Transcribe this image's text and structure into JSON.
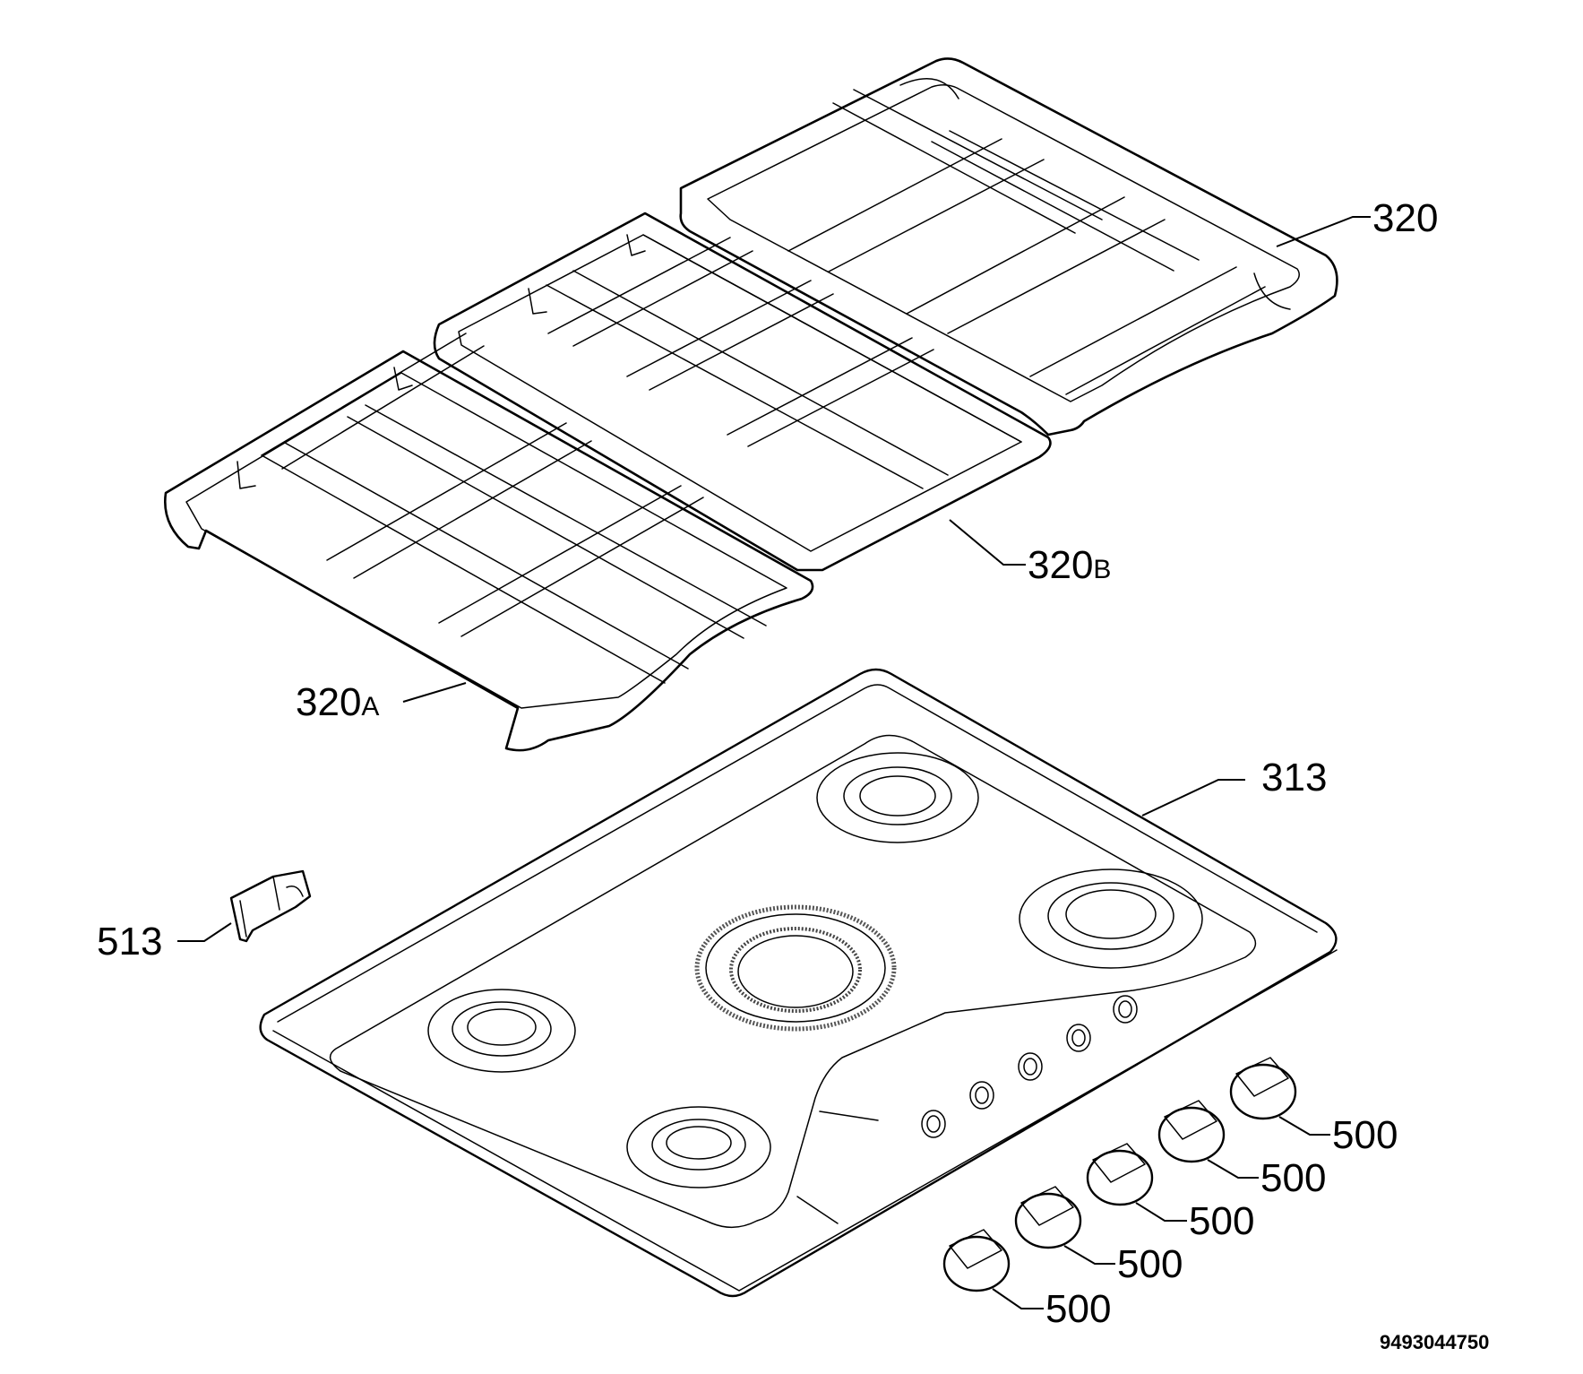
{
  "parts": {
    "grate_right": {
      "label": "320"
    },
    "grate_middle": {
      "label": "320",
      "suffix": "B"
    },
    "grate_left": {
      "label": "320",
      "suffix": "A"
    },
    "hob_top": {
      "label": "313"
    },
    "clip": {
      "label": "513"
    },
    "knobs": [
      {
        "label": "500"
      },
      {
        "label": "500"
      },
      {
        "label": "500"
      },
      {
        "label": "500"
      },
      {
        "label": "500"
      }
    ]
  },
  "document_number": "9493044750"
}
